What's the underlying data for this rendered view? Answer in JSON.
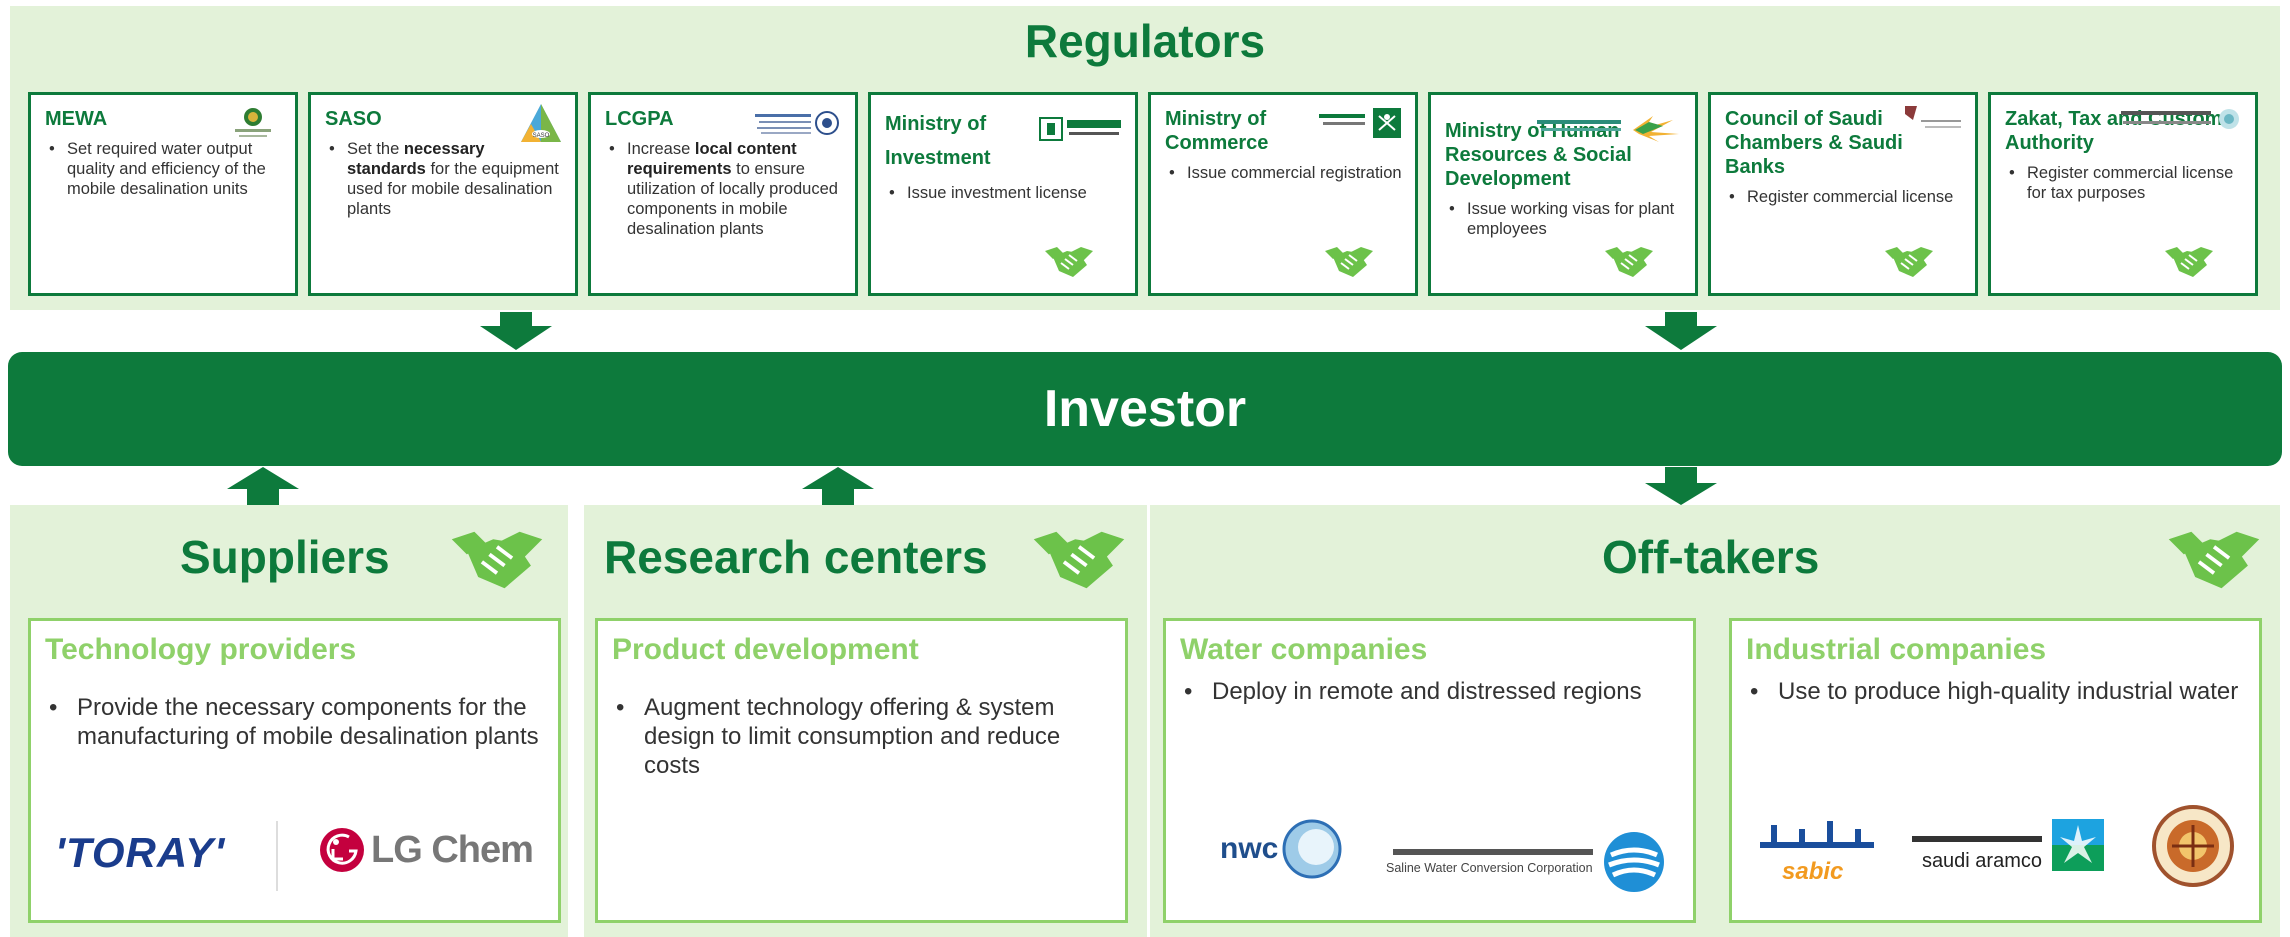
{
  "regulators": {
    "title": "Regulators",
    "cards": [
      {
        "name": "MEWA",
        "logo": "mewa-emblem-icon",
        "bullet_pre": "Set required water output quality and efficiency of the mobile desalination units",
        "bullet_bold": "",
        "bullet_post": ""
      },
      {
        "name": "SASO",
        "logo": "saso-triangle-logo",
        "bullet_pre": "Set the ",
        "bullet_bold": "necessary standards",
        "bullet_post": " for the equipment used for mobile desalination plants"
      },
      {
        "name": "LCGPA",
        "logo": "lcgpa-logo",
        "bullet_pre": "Increase ",
        "bullet_bold": "local content requirements",
        "bullet_post": " to ensure utilization of locally produced components in mobile desalination plants"
      },
      {
        "name": "Ministry of Investment",
        "logo": "ministry-of-investment-logo",
        "bullet_pre": "Issue investment license",
        "bullet_bold": "",
        "bullet_post": ""
      },
      {
        "name": "Ministry of Commerce",
        "logo": "ministry-of-commerce-logo",
        "bullet_pre": "Issue commercial registration",
        "bullet_bold": "",
        "bullet_post": ""
      },
      {
        "name": "Ministry of Human Resources & Social Development",
        "logo": "hrsd-palm-logo",
        "bullet_pre": "Issue working visas for plant employees",
        "bullet_bold": "",
        "bullet_post": ""
      },
      {
        "name": "Council of Saudi Chambers & Saudi Banks",
        "logo": "council-logo",
        "bullet_pre": "Register commercial license",
        "bullet_bold": "",
        "bullet_post": ""
      },
      {
        "name": "Zakat, Tax and Customs Authority",
        "logo": "zatca-logo",
        "bullet_pre": "Register commercial license for tax purposes",
        "bullet_bold": "",
        "bullet_post": ""
      }
    ]
  },
  "investor": {
    "label": "Investor"
  },
  "suppliers": {
    "title": "Suppliers",
    "card_title": "Technology providers",
    "bullet": "Provide the necessary components for the manufacturing of mobile desalination plants",
    "logos": [
      "'TORAY'",
      "LG Chem"
    ]
  },
  "research": {
    "title": "Research centers",
    "card_title": "Product development",
    "bullet": "Augment technology offering & system design to limit consumption and reduce costs"
  },
  "offtakers": {
    "title": "Off-takers",
    "water": {
      "card_title": "Water companies",
      "bullet": "Deploy in remote and distressed regions",
      "nwc": "nwc",
      "swcc_en": "Saline Water Conversion Corporation"
    },
    "industrial": {
      "card_title": "Industrial companies",
      "bullet": "Use to produce high-quality industrial water",
      "sabic": "sabic",
      "aramco": "saudi aramco"
    }
  },
  "colors": {
    "dark_green": "#0d7a3c",
    "light_green": "#8fd16a",
    "band": "#e3f2d9"
  }
}
